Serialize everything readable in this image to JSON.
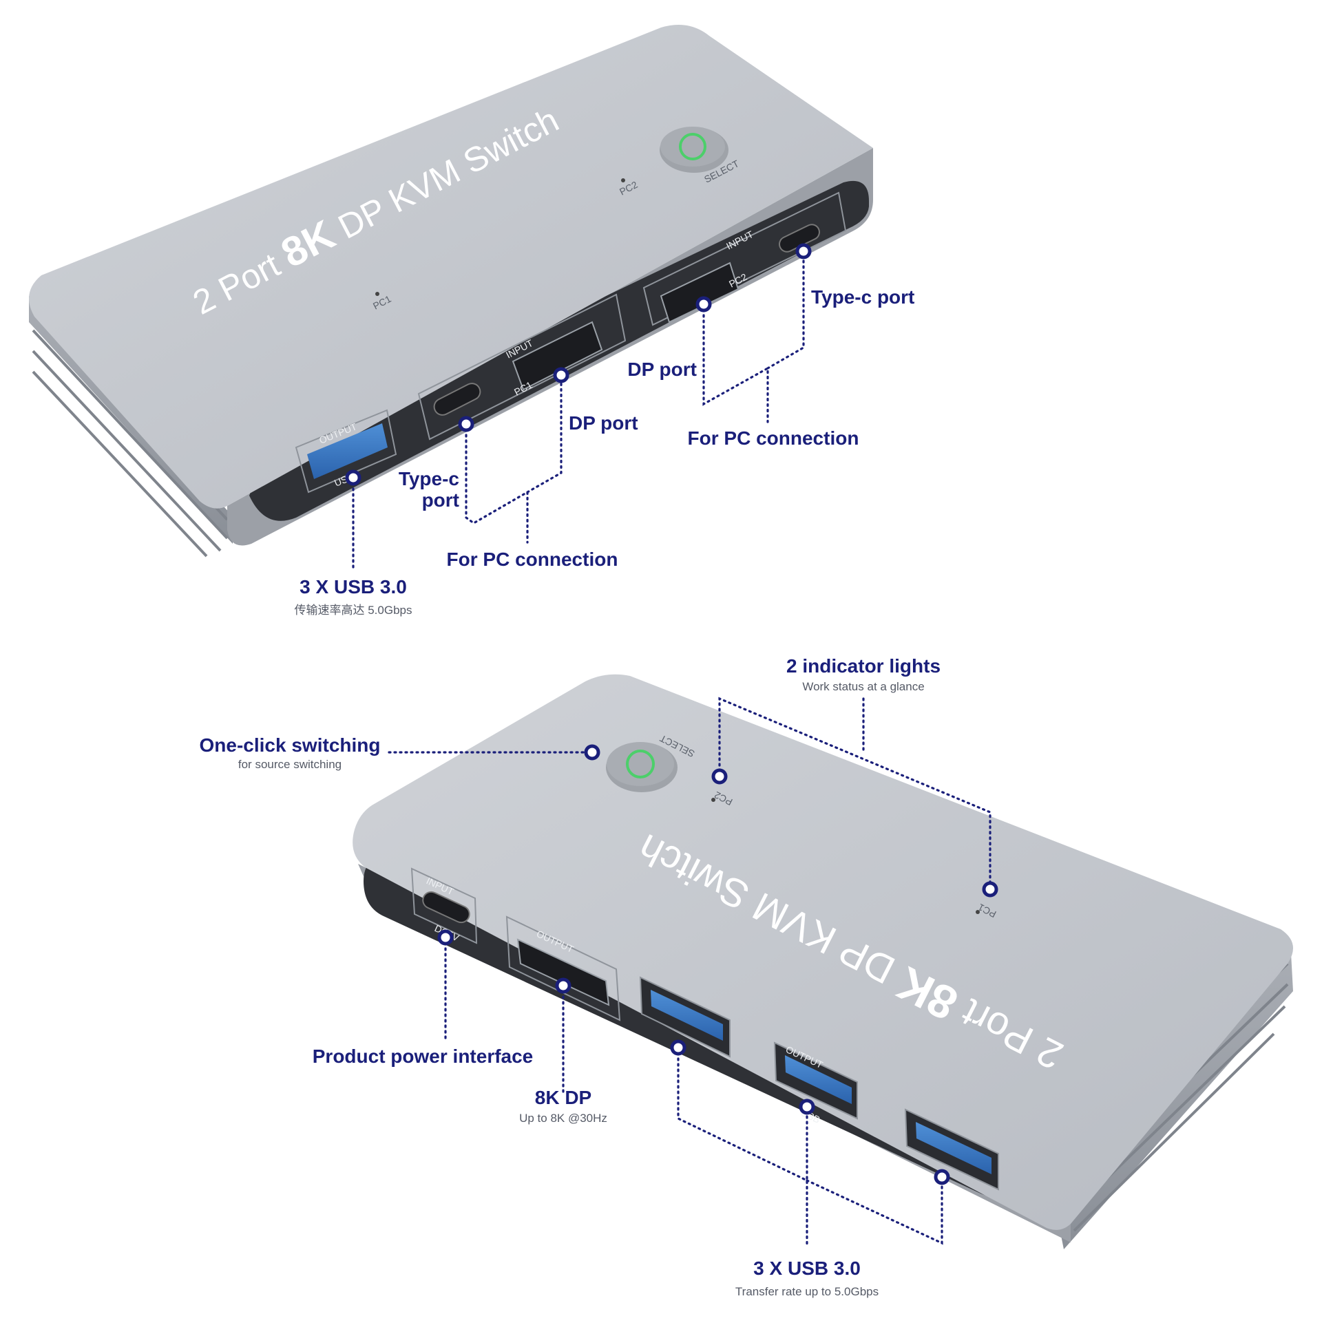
{
  "colors": {
    "accent": "#1a1f7a",
    "body": "#c3c7cd",
    "led": "#4ccf6a"
  },
  "device": {
    "title_prefix": "2 Port ",
    "title_bold": "8K",
    "title_suffix": " DP KVM Switch",
    "select": "SELECT",
    "pc1": "PC1",
    "pc2": "PC2",
    "input": "INPUT",
    "output": "OUTPUT",
    "usb": "USB",
    "dc5v": "DC5V"
  },
  "top": {
    "usb_title": "3 X USB 3.0",
    "usb_sub": "传输速率高达 5.0Gbps",
    "typec_left": "Type-c\nport",
    "dp_left": "DP port",
    "pc_left": "For PC connection",
    "typec_right": "Type-c port",
    "dp_right": "DP port",
    "pc_right": "For PC connection"
  },
  "bottom": {
    "indicator_title": "2 indicator lights",
    "indicator_sub": "Work status at a glance",
    "switch_title": "One-click switching",
    "switch_sub": "for source switching",
    "power": "Product power interface",
    "dp_title": "8K DP",
    "dp_sub": "Up to 8K @30Hz",
    "usb_title": "3 X USB 3.0",
    "usb_sub": "Transfer rate up to 5.0Gbps"
  }
}
